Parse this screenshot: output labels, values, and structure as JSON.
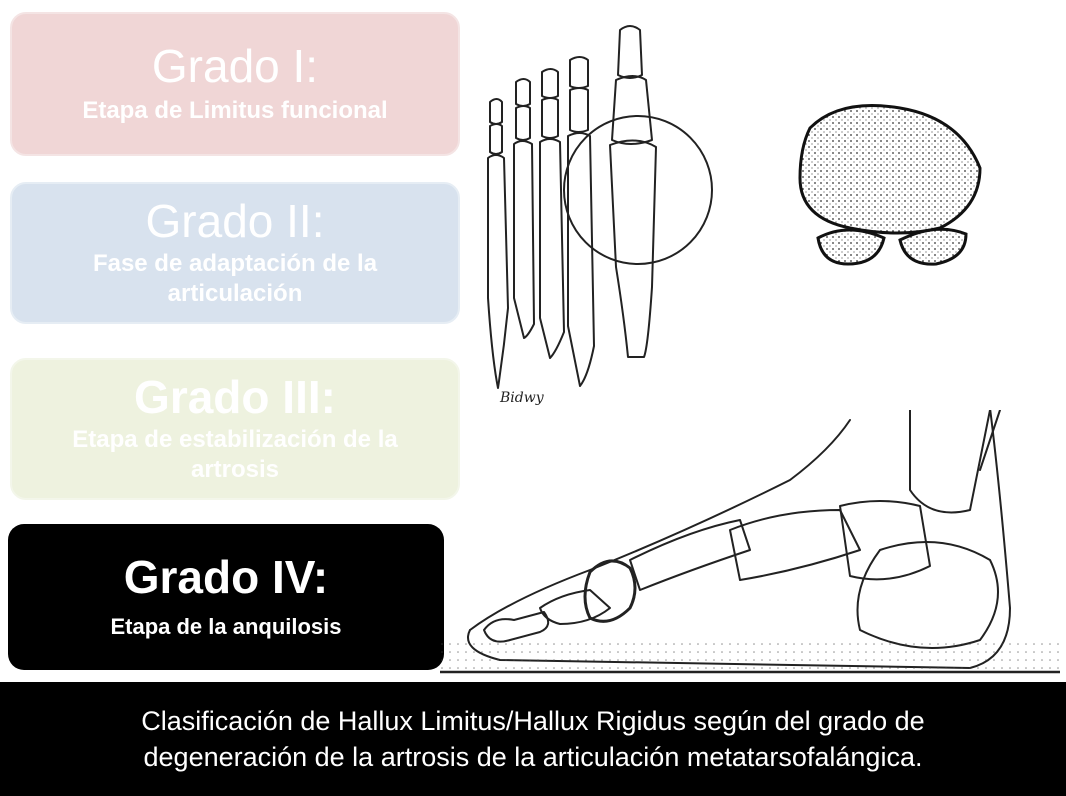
{
  "grades": [
    {
      "title": "Grado I:",
      "subtitle": "Etapa de Limitus funcional",
      "color": "#f0d6d6"
    },
    {
      "title": "Grado II:",
      "subtitle": "Fase de adaptación de la articulación",
      "color": "#d8e2ee"
    },
    {
      "title": "Grado III:",
      "subtitle": "Etapa de estabilización de la artrosis",
      "color": "#eef2df"
    },
    {
      "title": "Grado IV:",
      "subtitle": "Etapa de la anquilosis",
      "color": "#000000"
    }
  ],
  "caption": {
    "line1": "Clasificación de Hallux Limitus/Hallux Rigidus según del grado de",
    "line2": "degeneración de la artrosis de la articulación metatarsofalángica."
  },
  "illustrations": {
    "signature": "Bidwy"
  }
}
